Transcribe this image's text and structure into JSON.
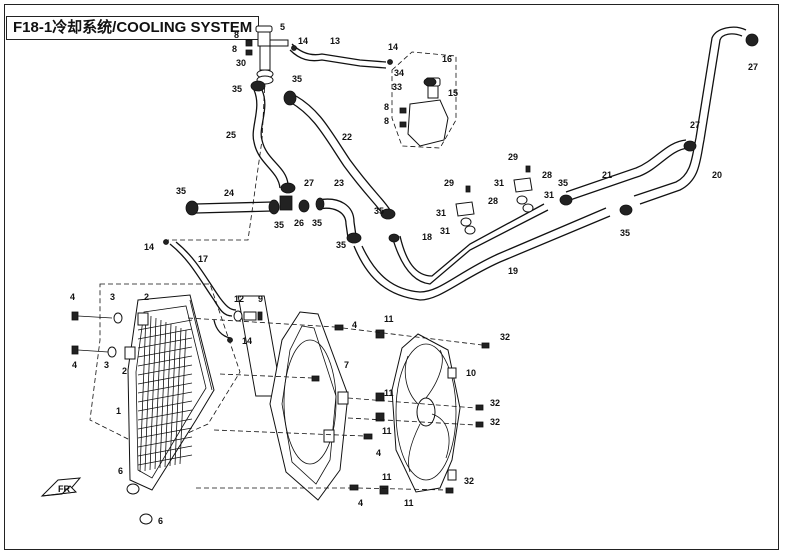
{
  "title": "F18-1冷却系统/COOLING SYSTEM",
  "callouts": [
    "1",
    "2",
    "3",
    "4",
    "5",
    "6",
    "7",
    "8",
    "9",
    "10",
    "11",
    "12",
    "13",
    "14",
    "15",
    "16",
    "17",
    "18",
    "19",
    "20",
    "21",
    "22",
    "23",
    "24",
    "25",
    "26",
    "27",
    "28",
    "29",
    "30",
    "31",
    "32",
    "33",
    "34",
    "35"
  ],
  "direction_icon": "front-arrow-icon"
}
